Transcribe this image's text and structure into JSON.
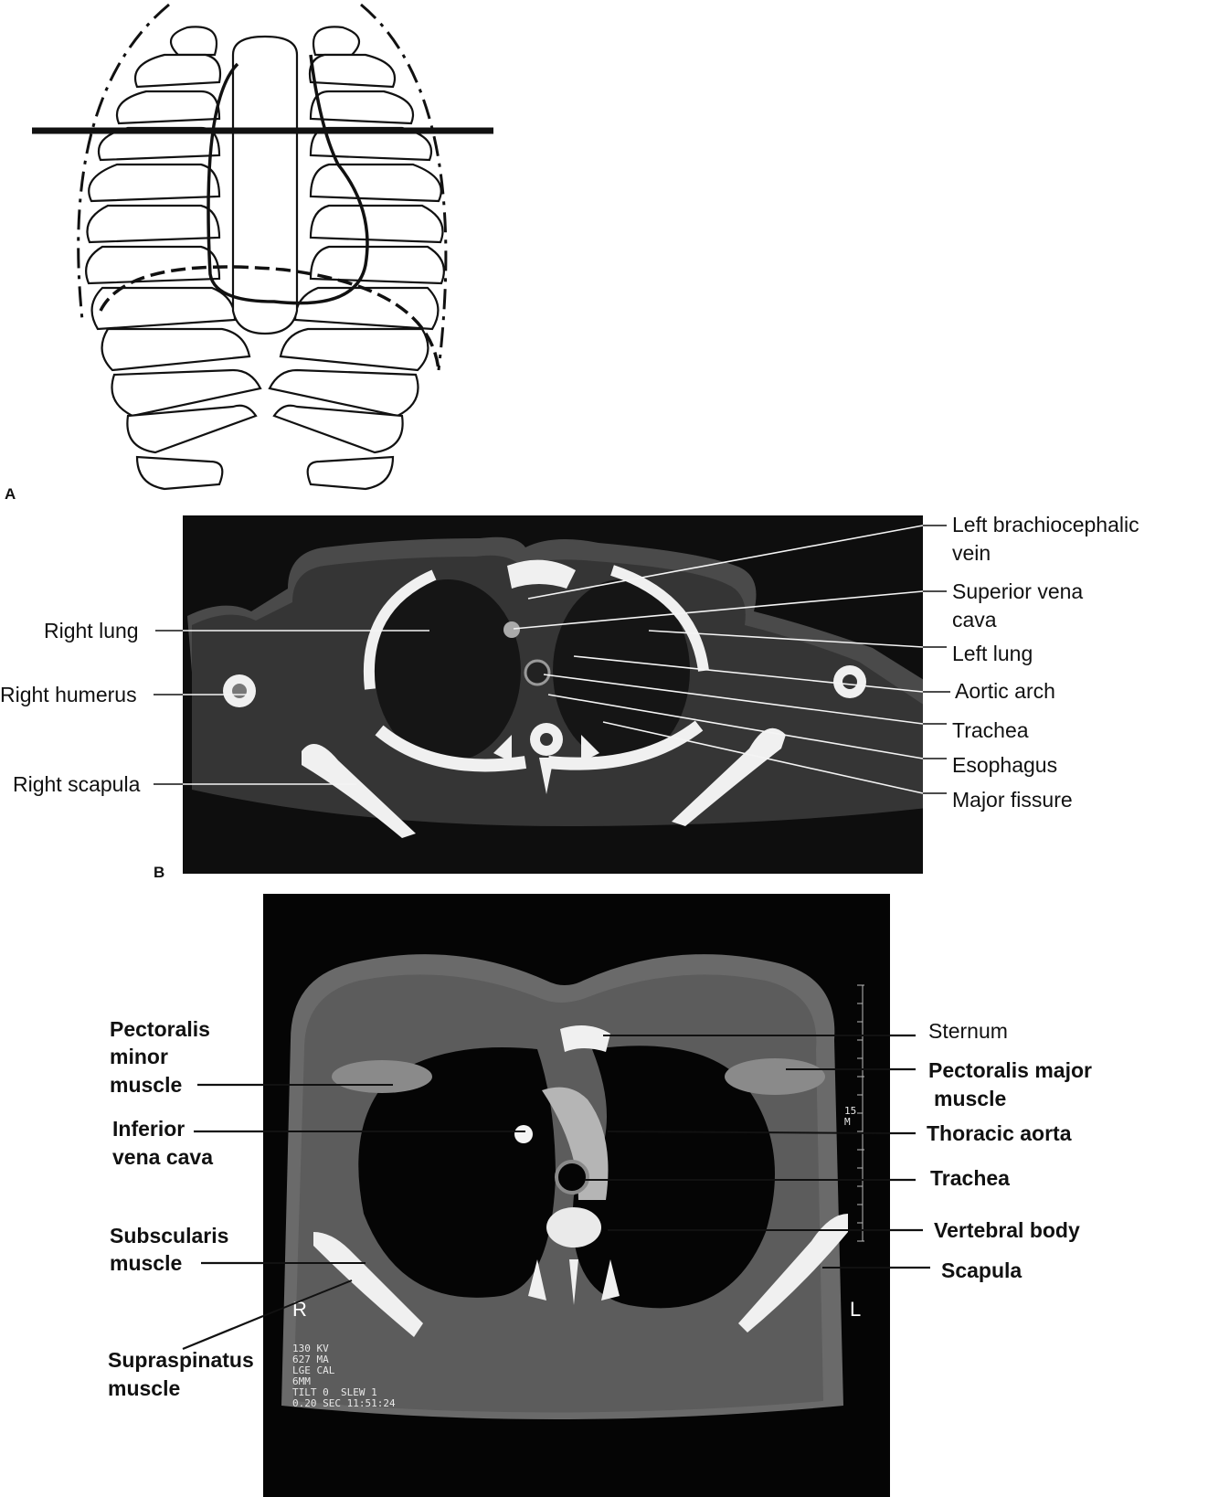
{
  "panels": {
    "a": {
      "letter": "A"
    },
    "b": {
      "letter": "B",
      "labels": {
        "right_lung": "Right lung",
        "right_humerus": "Right humerus",
        "right_scapula": "Right scapula",
        "left_brachiocephalic_1": "Left brachiocephalic",
        "left_brachiocephalic_2": "vein",
        "svc_1": "Superior vena",
        "svc_2": "cava",
        "left_lung": "Left lung",
        "aortic_arch": "Aortic arch",
        "trachea": "Trachea",
        "esophagus": "Esophagus",
        "major_fissure": "Major fissure"
      }
    },
    "c": {
      "labels": {
        "pect_minor_1": "Pectoralis",
        "pect_minor_2": "minor",
        "pect_minor_3": "muscle",
        "ivc_1": "Inferior",
        "ivc_2": "vena cava",
        "subscularis_1": "Subscularis",
        "subscularis_2": "muscle",
        "supraspinatus_1": "Supraspinatus",
        "supraspinatus_2": "muscle",
        "sternum": "Sternum",
        "pect_major_1": "Pectoralis major",
        "pect_major_2": "muscle",
        "thoracic_aorta": "Thoracic aorta",
        "trachea": "Trachea",
        "vertebral_body": "Vertebral body",
        "scapula": "Scapula"
      },
      "scanner_info": "130 KV\n627 MA\nLGE CAL\n6MM\nTILT 0  SLEW 1\n0.20 SEC 11:51:24",
      "side_right": "R",
      "side_left": "L",
      "scale_text": "15\nM"
    }
  }
}
